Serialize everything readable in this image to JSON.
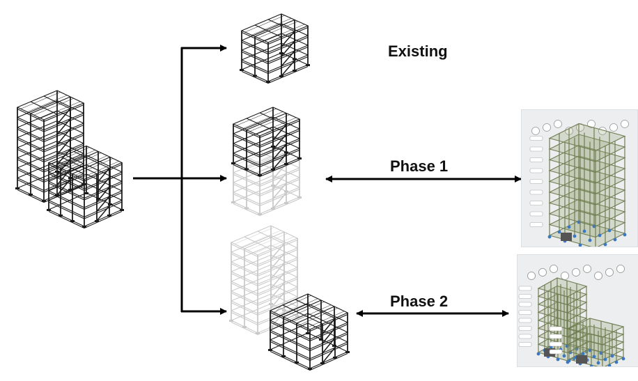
{
  "diagram": {
    "labels": {
      "existing": "Existing",
      "phase1": "Phase 1",
      "phase2": "Phase 2"
    },
    "colors": {
      "wire_dark": "#1a1a1a",
      "wire_ghost": "#c8c8c8",
      "fem_background": "#eceeef",
      "fem_frame": "#6f7d52",
      "fem_wall": "#555555",
      "fem_support": "#3b78c4",
      "arrow": "#000000"
    },
    "icons": {
      "existing": "building-wireframe-icon",
      "phase1": "building-wireframe-icon",
      "phase2": "building-wireframe-icon",
      "fem1": "structural-model-icon",
      "fem2": "structural-model-icon"
    }
  }
}
